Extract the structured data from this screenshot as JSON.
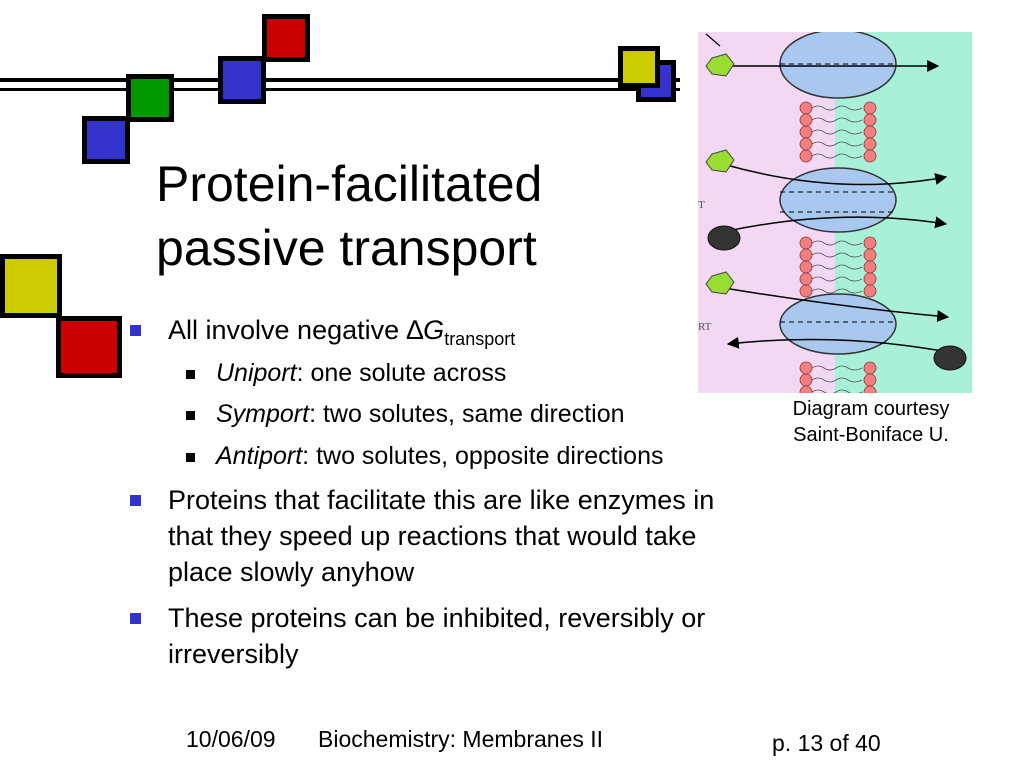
{
  "slide": {
    "title_line1": "Protein-facilitated",
    "title_line2": "passive transport",
    "bullets": {
      "b1_text": "All involve negative ",
      "b1_delta": "∆",
      "b1_g": "G",
      "b1_sub": "transport",
      "uniport_term": "Uniport",
      "uniport_rest": ": one solute across",
      "symport_term": "Symport",
      "symport_rest": ": two solutes, same direction",
      "antiport_term": "Antiport",
      "antiport_rest": ": two solutes, opposite directions",
      "b2_line1": "Proteins that facilitate this are like enzymes in",
      "b2_line2": "that they speed up reactions that would take",
      "b2_line3": "place slowly anyhow",
      "b3_line1": "These proteins can be inhibited, reversibly or",
      "b3_line2": "irreversibly"
    },
    "caption_line1": "Diagram courtesy",
    "caption_line2": "Saint-Boniface U.",
    "diagram_labels": {
      "label_t": "T",
      "label_rt": "RT"
    }
  },
  "footer": {
    "date": "10/06/09",
    "course": "Biochemistry: Membranes II",
    "page": "p. 13 of 40"
  },
  "colors": {
    "red": "#cc0000",
    "green": "#009900",
    "blue": "#3333cc",
    "yellow": "#cccc00",
    "membrane_left": "#f2d8f2",
    "membrane_right": "#a8f0d8",
    "protein": "#a8c8f0",
    "lipid_head": "#f08080",
    "solute_green": "#99dd33"
  }
}
